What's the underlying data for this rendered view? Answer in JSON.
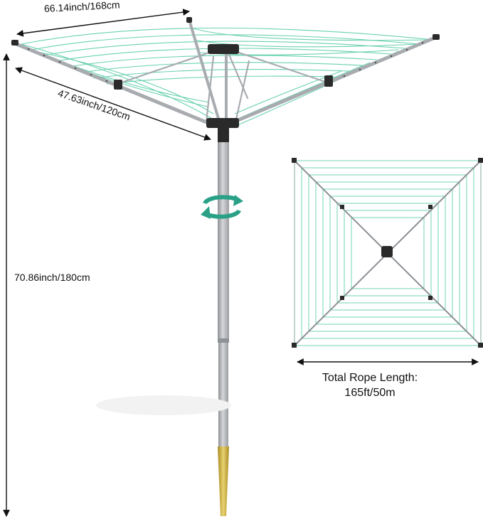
{
  "dimensions": {
    "width": "66.14inch/168cm",
    "arm_length": "47.63inch/120cm",
    "height": "70.86inch/180cm"
  },
  "rope": {
    "label_line1": "Total Rope Length:",
    "label_line2": "165ft/50m"
  },
  "colors": {
    "line_green": "#4fc9a3",
    "frame_grey": "#a8abaf",
    "pole_grey": "#b5b7ba",
    "bracket_black": "#2a2a2a",
    "spike_gold": "#c9ad3c",
    "rotate_arrow": "#2aa187"
  },
  "icons": {
    "rotation": "rotate-arrows-icon"
  }
}
